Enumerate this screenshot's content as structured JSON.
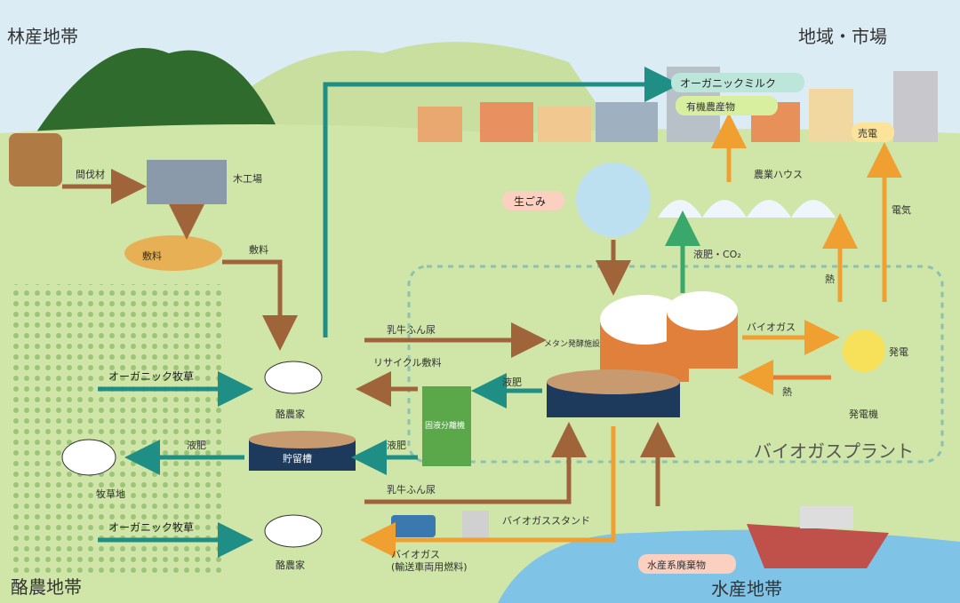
{
  "regions": {
    "forest": "林産地帯",
    "market": "地域・市場",
    "dairy": "酪農地帯",
    "fishery": "水産地帯",
    "plant": "バイオガスプラント"
  },
  "labels": {
    "thinned_wood": "間伐材",
    "sawmill": "木工場",
    "bedding_top": "敷料",
    "bedding_mid": "敷料",
    "organic_milk": "オーガニックミルク",
    "organic_produce": "有機農産物",
    "electricity_sale": "売電",
    "food_waste": "生ごみ",
    "greenhouse": "農業ハウス",
    "liquid_fertilizer_co2": "液肥・CO₂",
    "heat_top": "熱",
    "electricity": "電気",
    "manure_top": "乳牛ふん尿",
    "methane_facility": "メタン発酵施設",
    "biogas_arrow": "バイオガス",
    "power_generation": "発電",
    "heat_bottom": "熱",
    "generator": "発電機",
    "recycle_bedding": "リサイクル敷料",
    "liquid_fertilizer_1": "液肥",
    "solid_separator": "固液分離機",
    "organic_pasture_top": "オーガニック牧草",
    "dairy_farmer_top": "酪農家",
    "liquid_fertilizer_2": "液肥",
    "storage_tank": "貯留槽",
    "liquid_fertilizer_3": "液肥",
    "pasture": "牧草地",
    "manure_bottom": "乳牛ふん尿",
    "biogas_station": "バイオガススタンド",
    "organic_pasture_bottom": "オーガニック牧草",
    "dairy_farmer_bottom": "酪農家",
    "biogas_fuel": "バイオガス",
    "biogas_fuel_sub": "(輸送車両用燃料)",
    "fishery_waste": "水産系廃棄物"
  },
  "colors": {
    "teal": "#1f8f86",
    "orange": "#f0a030",
    "brown": "#a0643a",
    "green": "#3aa86a",
    "pale_green": "#cfe6a8",
    "sky": "#dcecf5",
    "sea": "#7fc3e6"
  }
}
